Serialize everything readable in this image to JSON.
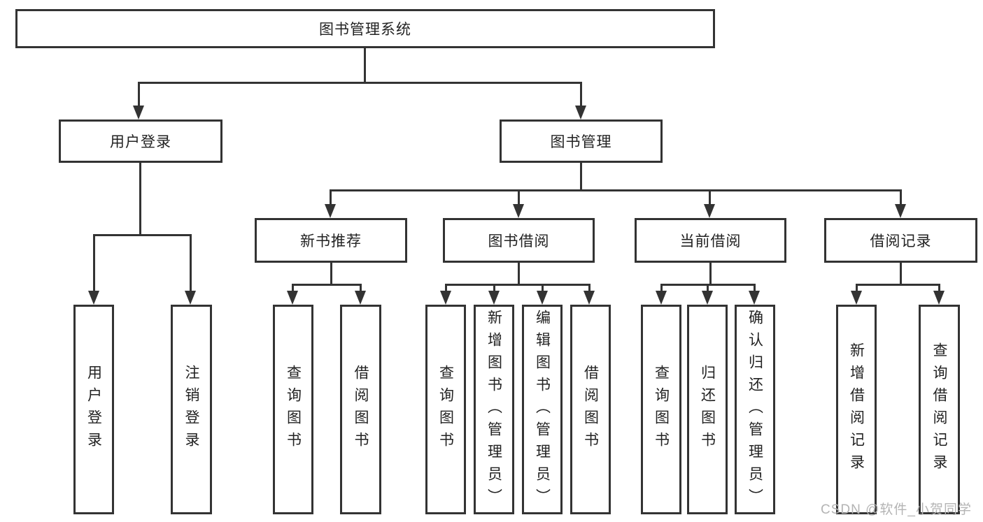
{
  "nodes": {
    "root": "图书管理系统",
    "user_login": "用户登录",
    "book_mgmt": "图书管理",
    "new_books": "新书推荐",
    "book_borrow": "图书借阅",
    "current_borrow": "当前借阅",
    "borrow_records": "借阅记录"
  },
  "leaves": {
    "user_login": [
      "用户登录",
      "注销登录"
    ],
    "new_books": [
      "查询图书",
      "借阅图书"
    ],
    "book_borrow": [
      "查询图书",
      "新增图书（管理员）",
      "编辑图书（管理员）",
      "借阅图书"
    ],
    "current_borrow": [
      "查询图书",
      "归还图书",
      "确认归还（管理员）"
    ],
    "borrow_records": [
      "新增借阅记录",
      "查询借阅记录"
    ]
  },
  "watermark": "CSDN @软件_小贺同学",
  "colors": {
    "line": "#333333",
    "text": "#222222",
    "watermark": "#b4b4b4",
    "background": "#ffffff"
  }
}
